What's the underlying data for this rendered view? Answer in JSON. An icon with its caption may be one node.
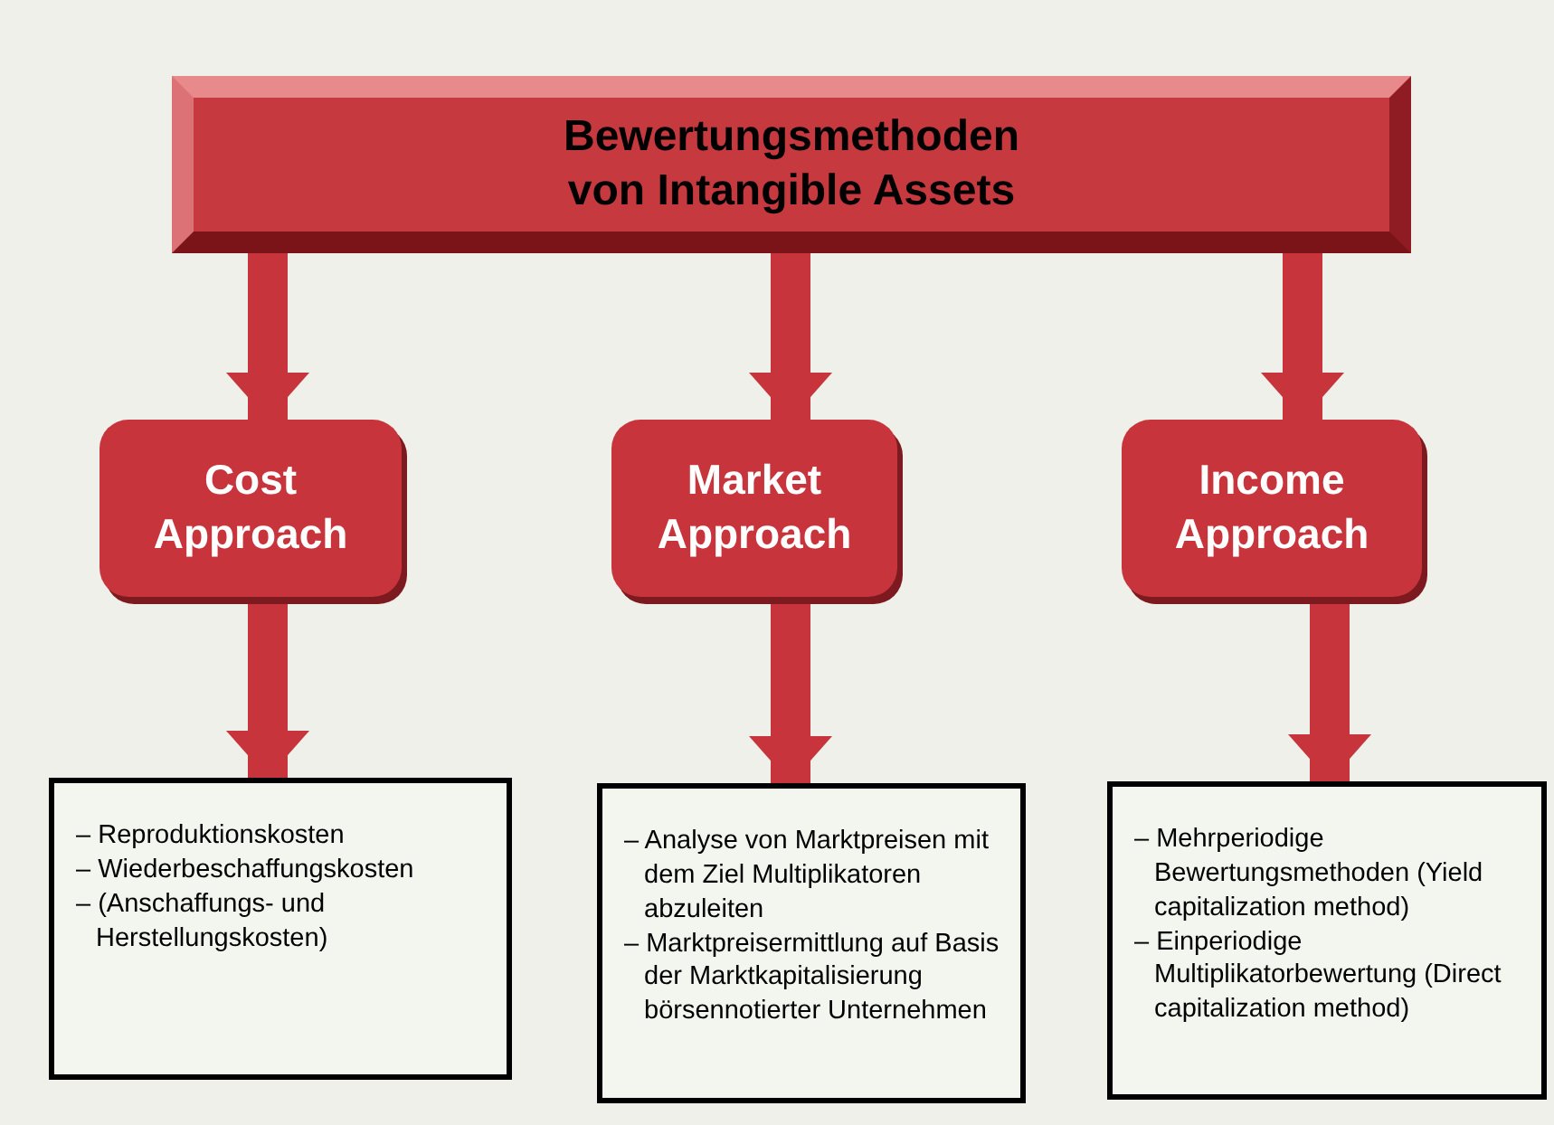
{
  "diagram": {
    "nodes": [
      {
        "text": [
          "Bewertungsmethoden von Intangible Assets"
        ]
      },
      {
        "text": [
          "Cost Approach"
        ]
      },
      {
        "text": [
          "Market Approach"
        ]
      },
      {
        "text": [
          "Income Approach"
        ]
      },
      {
        "text": [
          "– Reproduktionskosten",
          "– Wiederbeschaffungskosten",
          "– (Anschaffungs- und Herstellungskosten)"
        ]
      },
      {
        "text": [
          "– Analyse von Marktpreisen mit dem Ziel Multiplikatoren abzuleiten",
          "– Marktpreisermittlung auf Basis der Marktkapitalisierung börsennotierter Unternehmen"
        ]
      },
      {
        "text": [
          "– Mehrperiodige Bewertungsmethoden (Yield capitalization method)",
          "– Einperiodige Multiplikatorbewertung (Direct capitalization method)"
        ]
      }
    ],
    "edges": [
      {
        "from": 0,
        "to": 1,
        "arrow": "to"
      },
      {
        "from": 0,
        "to": 2,
        "arrow": "to"
      },
      {
        "from": 0,
        "to": 3,
        "arrow": "to"
      },
      {
        "from": 1,
        "to": 4,
        "arrow": "to"
      },
      {
        "from": 2,
        "to": 5,
        "arrow": "to"
      },
      {
        "from": 3,
        "to": 6,
        "arrow": "to"
      }
    ]
  }
}
